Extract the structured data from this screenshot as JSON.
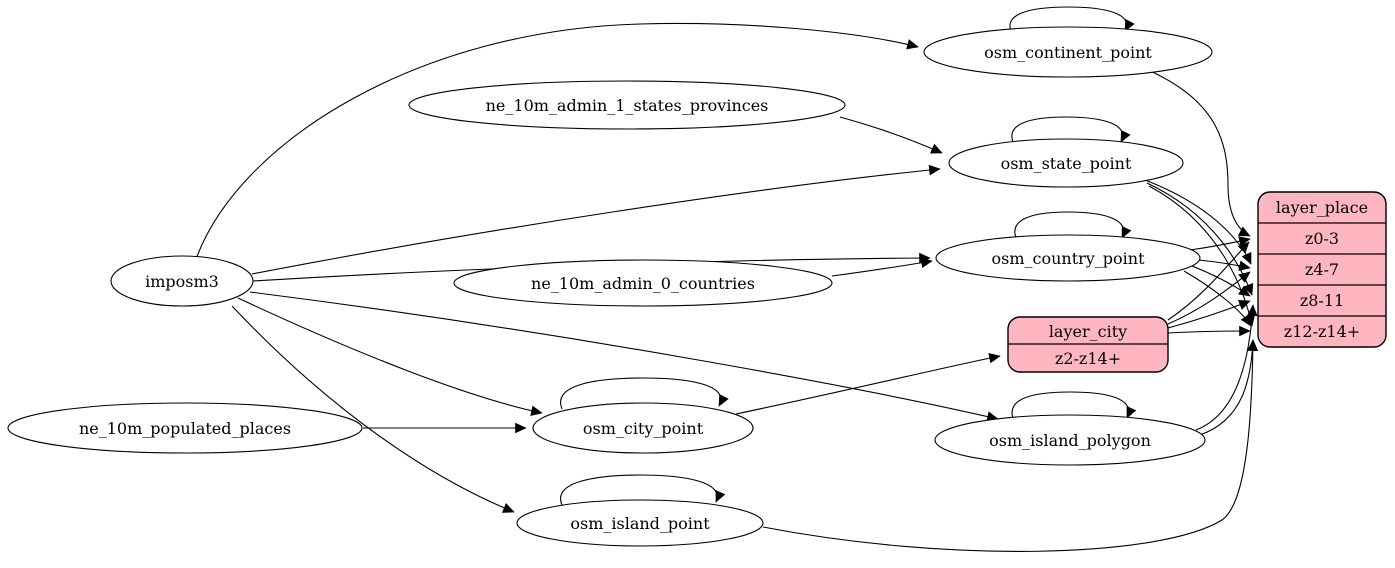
{
  "diagram_type": "graphviz-etl-mapping",
  "colors": {
    "record_fill": "#ffb6c1",
    "node_fill": "#ffffff",
    "stroke": "#000000",
    "background": "#ffffff"
  },
  "nodes": {
    "imposm3": {
      "label": "imposm3"
    },
    "ne_10m_admin_1_states_provinces": {
      "label": "ne_10m_admin_1_states_provinces"
    },
    "ne_10m_admin_0_countries": {
      "label": "ne_10m_admin_0_countries"
    },
    "ne_10m_populated_places": {
      "label": "ne_10m_populated_places"
    },
    "osm_continent_point": {
      "label": "osm_continent_point"
    },
    "osm_state_point": {
      "label": "osm_state_point"
    },
    "osm_country_point": {
      "label": "osm_country_point"
    },
    "osm_city_point": {
      "label": "osm_city_point"
    },
    "osm_island_polygon": {
      "label": "osm_island_polygon"
    },
    "osm_island_point": {
      "label": "osm_island_point"
    }
  },
  "layer_city": {
    "title": "layer_city",
    "rows": [
      "z2-z14+"
    ]
  },
  "layer_place": {
    "title": "layer_place",
    "rows": [
      "z0-3",
      "z4-7",
      "z8-11",
      "z12-z14+"
    ]
  },
  "edges": [
    {
      "from": "imposm3",
      "to": "osm_continent_point"
    },
    {
      "from": "imposm3",
      "to": "osm_state_point"
    },
    {
      "from": "imposm3",
      "to": "osm_country_point"
    },
    {
      "from": "imposm3",
      "to": "osm_city_point"
    },
    {
      "from": "imposm3",
      "to": "osm_island_polygon"
    },
    {
      "from": "imposm3",
      "to": "osm_island_point"
    },
    {
      "from": "ne_10m_admin_1_states_provinces",
      "to": "osm_state_point"
    },
    {
      "from": "ne_10m_admin_0_countries",
      "to": "osm_country_point"
    },
    {
      "from": "ne_10m_populated_places",
      "to": "osm_city_point"
    },
    {
      "from": "osm_continent_point",
      "to": "osm_continent_point",
      "self_loop": true
    },
    {
      "from": "osm_state_point",
      "to": "osm_state_point",
      "self_loop": true
    },
    {
      "from": "osm_country_point",
      "to": "osm_country_point",
      "self_loop": true
    },
    {
      "from": "osm_city_point",
      "to": "osm_city_point",
      "self_loop": true
    },
    {
      "from": "osm_island_polygon",
      "to": "osm_island_polygon",
      "self_loop": true
    },
    {
      "from": "osm_island_point",
      "to": "osm_island_point",
      "self_loop": true
    },
    {
      "from": "osm_city_point",
      "to": "layer_city",
      "to_row": "z2-z14+"
    },
    {
      "from": "osm_continent_point",
      "to": "layer_place",
      "to_row": "z0-3"
    },
    {
      "from": "osm_country_point",
      "to": "layer_place",
      "to_row": "z0-3"
    },
    {
      "from": "osm_country_point",
      "to": "layer_place",
      "to_row": "z4-7"
    },
    {
      "from": "osm_country_point",
      "to": "layer_place",
      "to_row": "z8-11"
    },
    {
      "from": "osm_country_point",
      "to": "layer_place",
      "to_row": "z12-z14+"
    },
    {
      "from": "osm_state_point",
      "to": "layer_place",
      "to_row": "z4-7"
    },
    {
      "from": "osm_state_point",
      "to": "layer_place",
      "to_row": "z8-11"
    },
    {
      "from": "osm_state_point",
      "to": "layer_place",
      "to_row": "z12-z14+"
    },
    {
      "from": "layer_city",
      "to": "layer_place",
      "to_row": "z0-3"
    },
    {
      "from": "layer_city",
      "to": "layer_place",
      "to_row": "z4-7"
    },
    {
      "from": "layer_city",
      "to": "layer_place",
      "to_row": "z8-11"
    },
    {
      "from": "layer_city",
      "to": "layer_place",
      "to_row": "z12-z14+"
    },
    {
      "from": "osm_island_polygon",
      "to": "layer_place",
      "to_row": "z8-11"
    },
    {
      "from": "osm_island_polygon",
      "to": "layer_place",
      "to_row": "z12-z14+"
    },
    {
      "from": "osm_island_point",
      "to": "layer_place",
      "to_row": "z12-z14+"
    }
  ]
}
